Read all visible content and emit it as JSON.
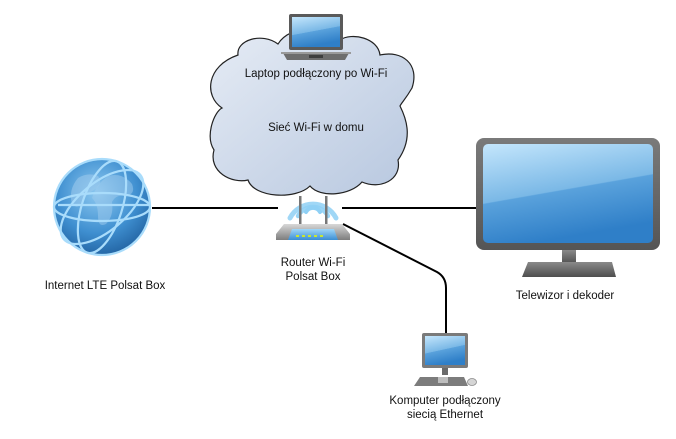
{
  "diagram": {
    "title": "",
    "nodes": [
      {
        "id": "internet",
        "label": "Internet LTE Polsat Box",
        "icon": "globe-icon"
      },
      {
        "id": "router",
        "label_lines": [
          "Router Wi-Fi",
          "Polsat Box"
        ],
        "icon": "wifi-router-icon"
      },
      {
        "id": "tv",
        "label": "Telewizor i dekoder",
        "icon": "tv-monitor-icon"
      },
      {
        "id": "pc",
        "label_lines": [
          "Komputer podłączony",
          "siecią Ethernet"
        ],
        "icon": "desktop-computer-icon"
      },
      {
        "id": "laptop",
        "label": "Laptop podłączony po Wi-Fi",
        "icon": "laptop-icon"
      }
    ],
    "cloud": {
      "label": "Sieć Wi-Fi w domu",
      "icon": "cloud-shape"
    },
    "edges": [
      {
        "from": "internet",
        "to": "router",
        "type": "wired"
      },
      {
        "from": "router",
        "to": "tv",
        "type": "wired"
      },
      {
        "from": "router",
        "to": "pc",
        "type": "wired"
      }
    ]
  },
  "colors": {
    "cloud_fill_start": "#e3e9f3",
    "cloud_fill_end": "#b9c8e0",
    "line": "#000000",
    "screen_light": "#bfe3fb",
    "screen_dark": "#3a88cc",
    "bezel": "#6b6b6b",
    "wifi_wave": "#8fd0f5",
    "led": "#c8e632"
  }
}
